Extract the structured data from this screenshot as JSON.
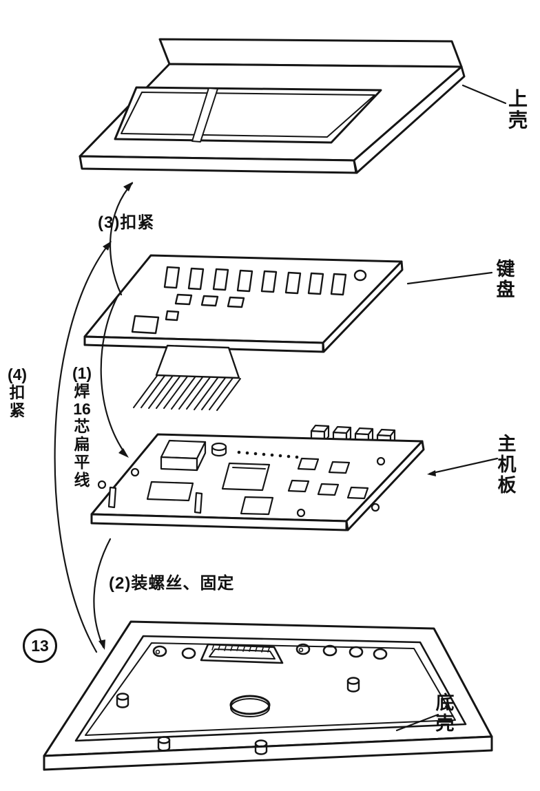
{
  "figure": {
    "number": "13"
  },
  "part_labels": {
    "top_shell": {
      "text": "上壳",
      "chars": [
        "上",
        "壳"
      ]
    },
    "keyboard": {
      "text": "键盘",
      "chars": [
        "键",
        "盘"
      ]
    },
    "main_board": {
      "text": "主机板",
      "chars": [
        "主",
        "机",
        "板"
      ]
    },
    "bottom_shell": {
      "text": "底壳",
      "chars": [
        "底",
        "壳"
      ]
    }
  },
  "steps": {
    "step1": {
      "text": "(1)焊16芯扁平线",
      "lines": [
        "(1)",
        "焊",
        "16",
        "芯",
        "扁",
        "平",
        "线"
      ]
    },
    "step2": {
      "text": "(2)装螺丝、固定"
    },
    "step3": {
      "text": "(3)扣紧"
    },
    "step4": {
      "text": "(4)扣紧",
      "lines": [
        "(4)",
        "扣",
        "紧"
      ]
    }
  },
  "colors": {
    "ink": "#151515",
    "paper": "#ffffff"
  }
}
